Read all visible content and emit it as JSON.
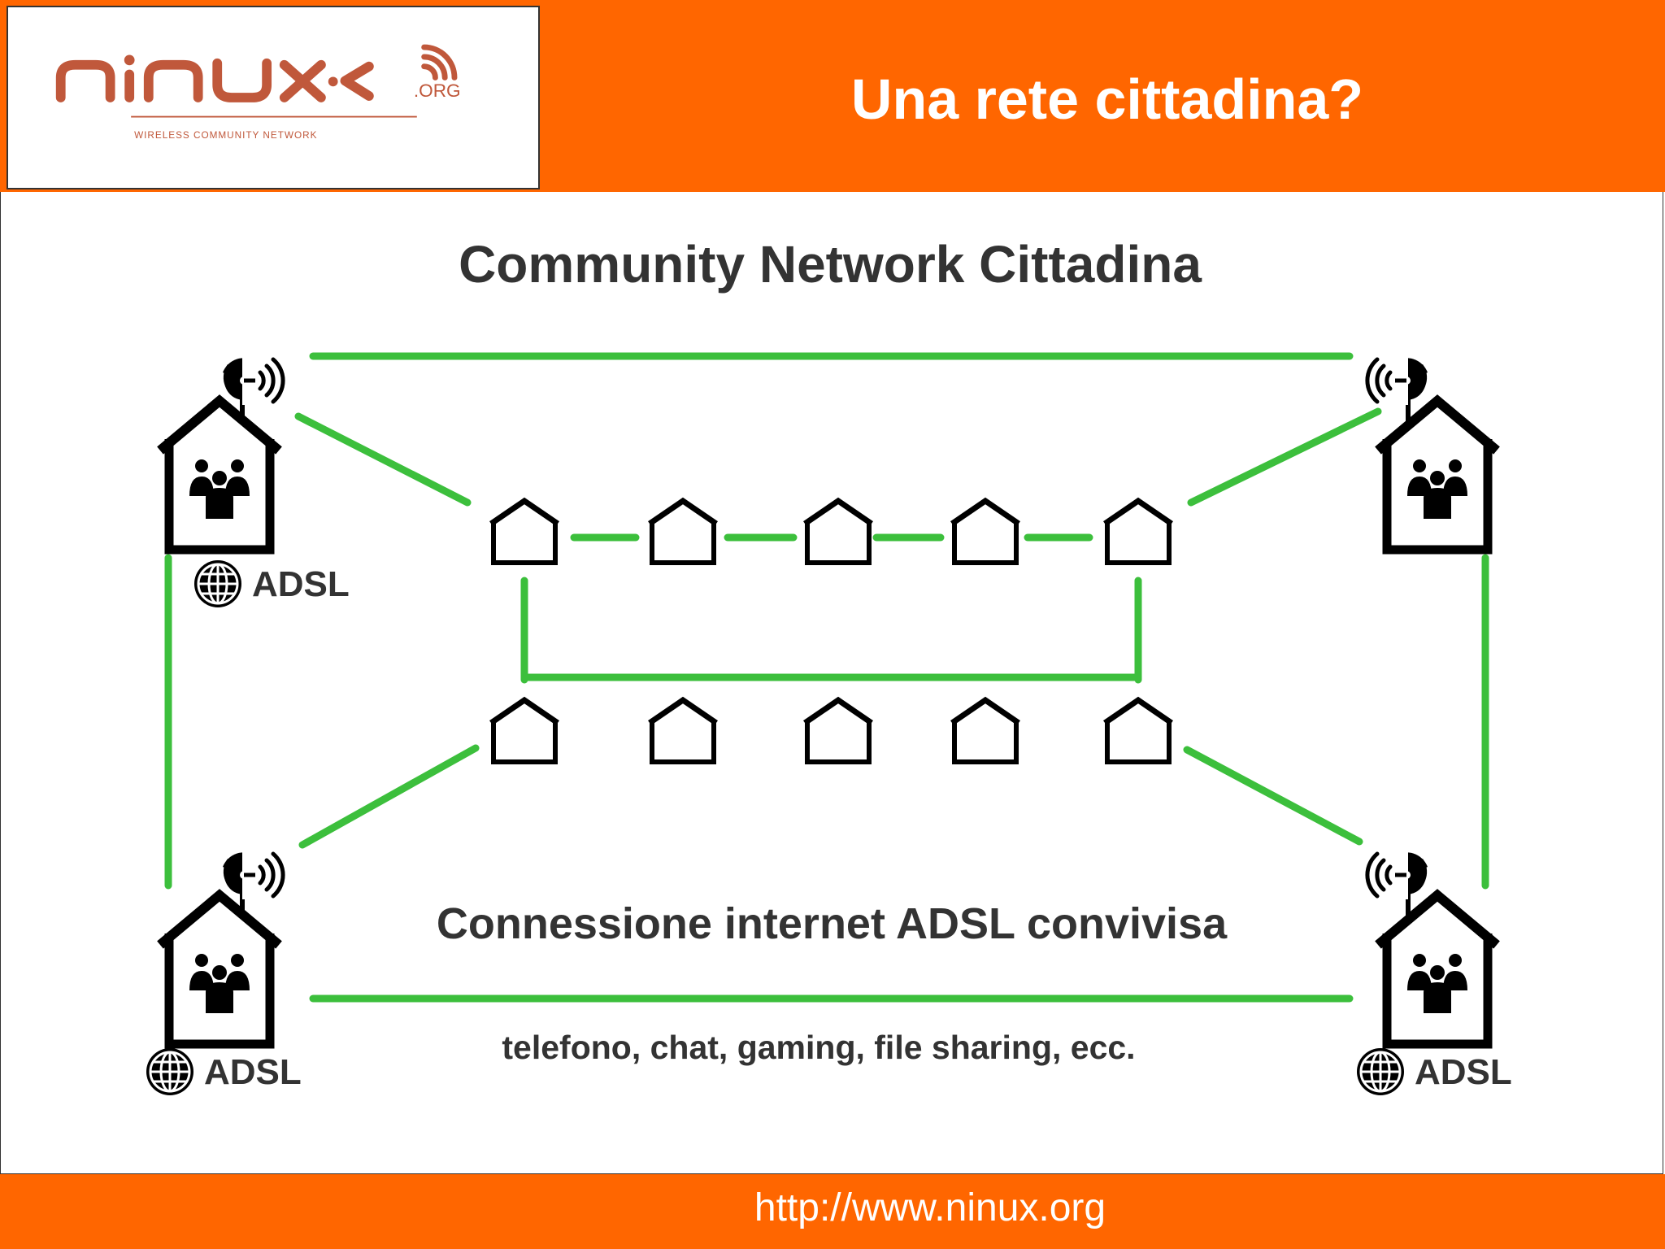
{
  "header": {
    "title": "Una rete cittadina?",
    "logo": {
      "wordmark": "ninux",
      "suffix": ".ORG",
      "tagline": "WIRELESS COMMUNITY NETWORK"
    }
  },
  "diagram": {
    "title": "Community Network Cittadina",
    "caption": "Connessione internet ADSL convivisa",
    "services": "telefono, chat, gaming, file sharing, ecc.",
    "adsl_label": "ADSL"
  },
  "footer": {
    "url": "http://www.ninux.org"
  },
  "colors": {
    "accent": "#ff6600",
    "link": "#33bb33",
    "logo": "#c0583b"
  }
}
